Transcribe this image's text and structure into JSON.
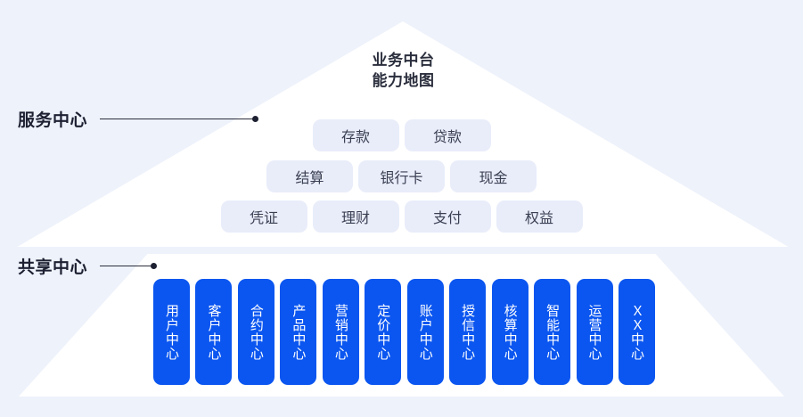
{
  "diagram": {
    "title_line1": "业务中台",
    "title_line2": "能力地图",
    "background_color": "#eef2fb",
    "pyramid_color": "#ffffff",
    "chip_color": "#e9edfa",
    "card_color": "#0b56f0"
  },
  "side_labels": [
    {
      "text": "服务中心",
      "name": "service-center"
    },
    {
      "text": "共享中心",
      "name": "shared-center"
    }
  ],
  "service_center": {
    "label": "服务中心",
    "rows": [
      {
        "items": [
          "存款",
          "贷款"
        ]
      },
      {
        "items": [
          "结算",
          "银行卡",
          "现金"
        ]
      },
      {
        "items": [
          "凭证",
          "理财",
          "支付",
          "权益"
        ]
      }
    ]
  },
  "shared_center": {
    "label": "共享中心",
    "cards": [
      "用户中心",
      "客户中心",
      "合约中心",
      "产品中心",
      "营销中心",
      "定价中心",
      "账户中心",
      "授信中心",
      "核算中心",
      "智能中心",
      "运营中心",
      "ＸＸ中心"
    ]
  }
}
